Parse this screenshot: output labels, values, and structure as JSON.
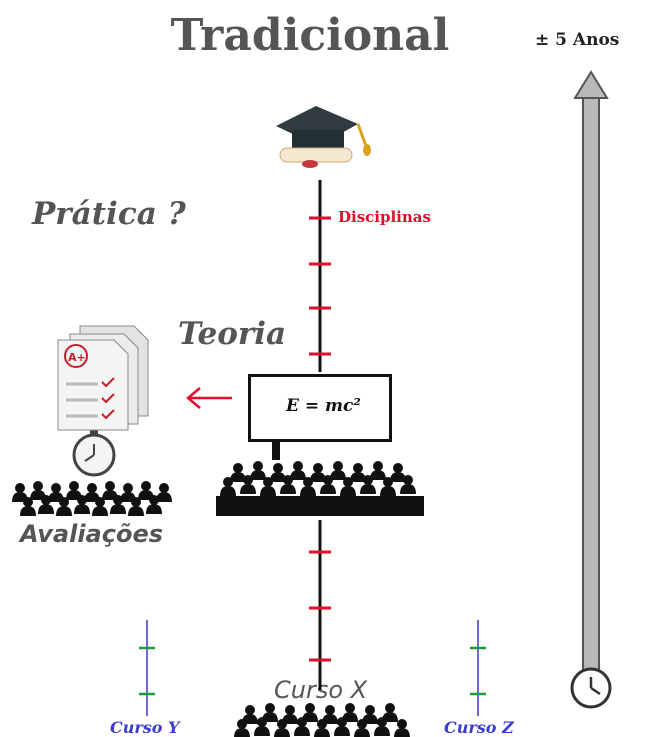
{
  "header": {
    "title": "Tradicional",
    "duration": "± 5 Anos"
  },
  "labels": {
    "pratica": "Prática ?",
    "teoria": "Teoria",
    "disciplinas": "Disciplinas",
    "avaliacoes": "Avaliações",
    "curso_x": "Curso X",
    "curso_y": "Curso Y",
    "curso_z": "Curso Z",
    "formula": "E = mc²"
  },
  "colors": {
    "tick_main": "#e0102a",
    "axis_secondary": "#3b3bcc",
    "tick_secondary": "#1a9e3a",
    "arrow_fill": "#b9b9b9"
  },
  "icons": [
    "graduation-cap-icon",
    "exam-papers-icon",
    "clock-icon",
    "audience-icon",
    "teacher-icon",
    "timeline-arrow-icon"
  ]
}
